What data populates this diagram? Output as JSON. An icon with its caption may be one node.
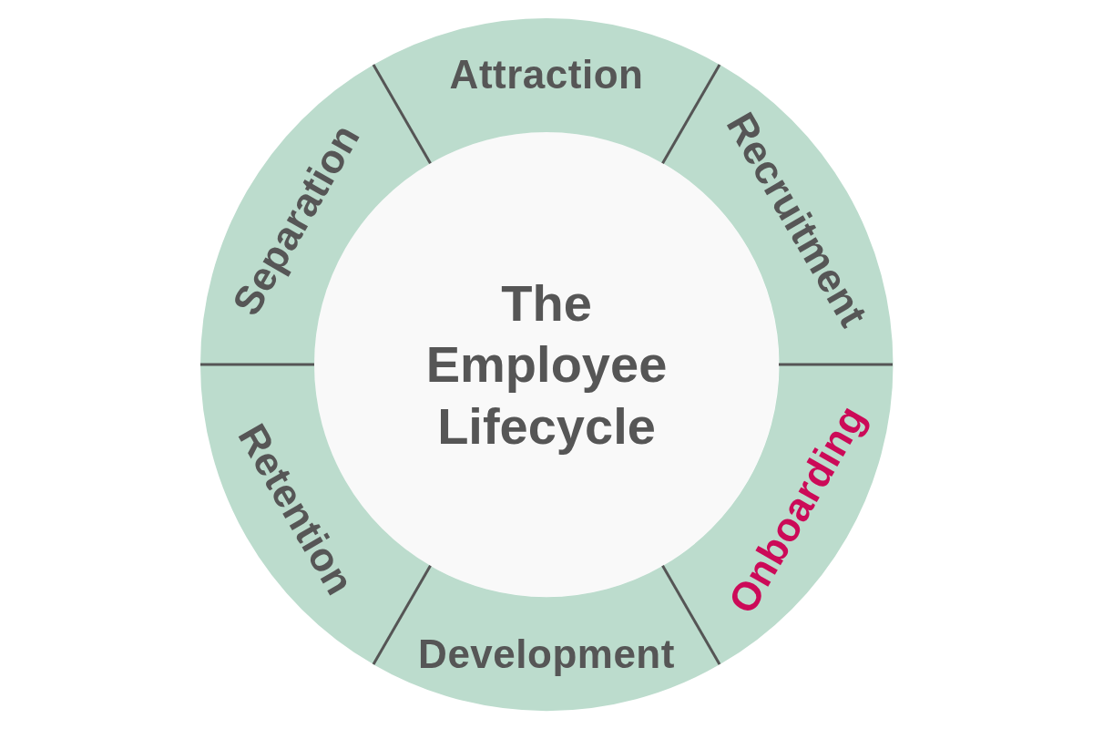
{
  "diagram": {
    "nodes": [
      {
        "text": [
          "The Employee Lifecycle"
        ]
      },
      {
        "text": [
          "Attraction"
        ]
      },
      {
        "text": [
          "Recruitment"
        ]
      },
      {
        "text": [
          "Onboarding"
        ]
      },
      {
        "text": [
          "Development"
        ]
      },
      {
        "text": [
          "Retention"
        ]
      },
      {
        "text": [
          "Separation"
        ]
      }
    ]
  }
}
